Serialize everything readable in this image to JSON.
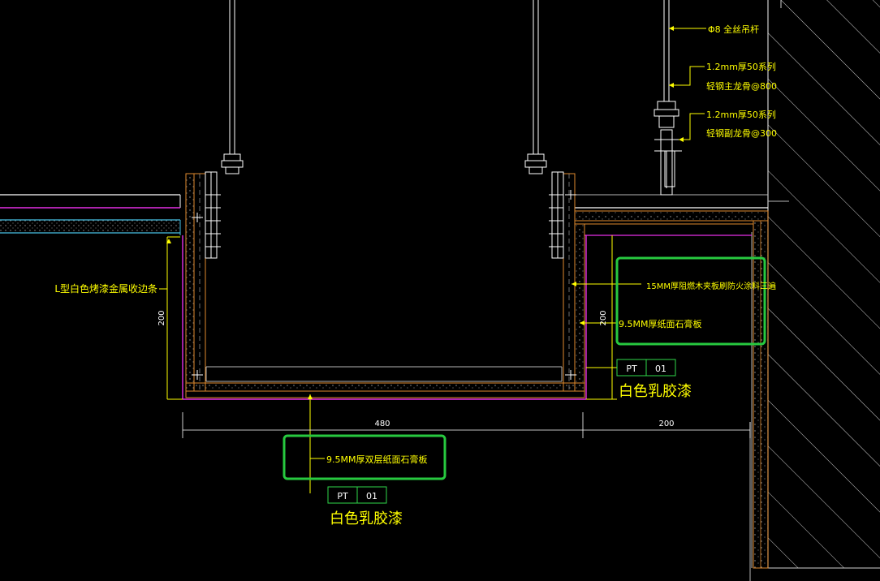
{
  "colors": {
    "background": "#000000",
    "yellow": "#ffff00",
    "white": "#ffffff",
    "gray": "#b5b5b5",
    "orange": "#e08a2e",
    "magenta": "#e52fe5",
    "cyan": "#46bfe3",
    "green_box": "#27c93f",
    "green_text": "#2fd84a",
    "hatch": "#cfcfcf"
  },
  "annotations": {
    "rod": "Φ8 全丝吊杆",
    "main_keel_1": "1.2mm厚50系列",
    "main_keel_2": "轻钢主龙骨@800",
    "sub_keel_1": "1.2mm厚50系列",
    "sub_keel_2": "轻钢副龙骨@300",
    "trim_strip": "L型白色烤漆金属收边条",
    "fire_board": "15MM厚阻燃木夹板刷防火涂料三遍",
    "gypsum_side": "9.5MM厚纸面石膏板",
    "gypsum_bottom": "9.5MM厚双层纸面石膏板",
    "paint": "白色乳胶漆"
  },
  "tags": {
    "tag_code": "PT",
    "tag_num": "01"
  },
  "dimensions": {
    "d_left_height": "200",
    "d_right_height": "200",
    "d_width": "480",
    "d_right_width": "200"
  }
}
